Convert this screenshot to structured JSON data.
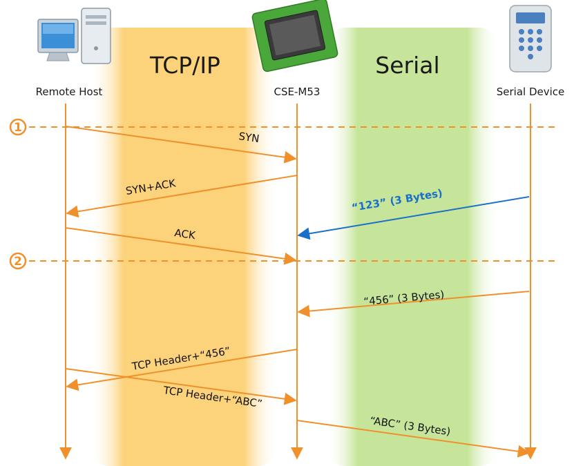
{
  "zones": {
    "tcpip": "TCP/IP",
    "serial": "Serial"
  },
  "nodes": {
    "remote_host": "Remote Host",
    "cse": "CSE-M53",
    "serial_device": "Serial Device"
  },
  "steps": {
    "one": "1",
    "two": "2"
  },
  "messages": {
    "syn": "SYN",
    "syn_ack": "SYN+ACK",
    "data_123": "“123” (3 Bytes)",
    "ack": "ACK",
    "data_456": "“456” (3 Bytes)",
    "tcp_456": "TCP Header+“456”",
    "tcp_abc": "TCP Header+“ABC”",
    "data_abc": "“ABC” (3 Bytes)"
  },
  "colors": {
    "tcp_zone": "#fcd27a",
    "serial_zone": "#c6e59a",
    "lifeline": "#f0902a",
    "arrow_orange": "#f0902a",
    "arrow_blue": "#1a6fc9",
    "step_marker": "#f0902a"
  }
}
